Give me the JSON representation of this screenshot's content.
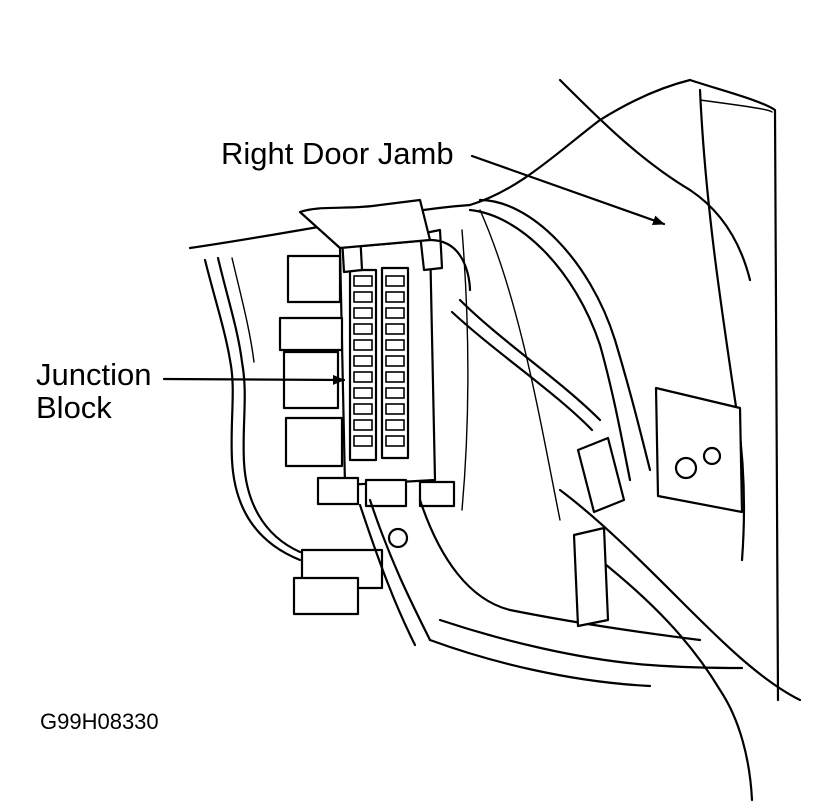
{
  "labels": {
    "door_jamb": "Right Door Jamb",
    "junction_line1": "Junction",
    "junction_line2": "Block",
    "figure_code": "G99H08330"
  }
}
